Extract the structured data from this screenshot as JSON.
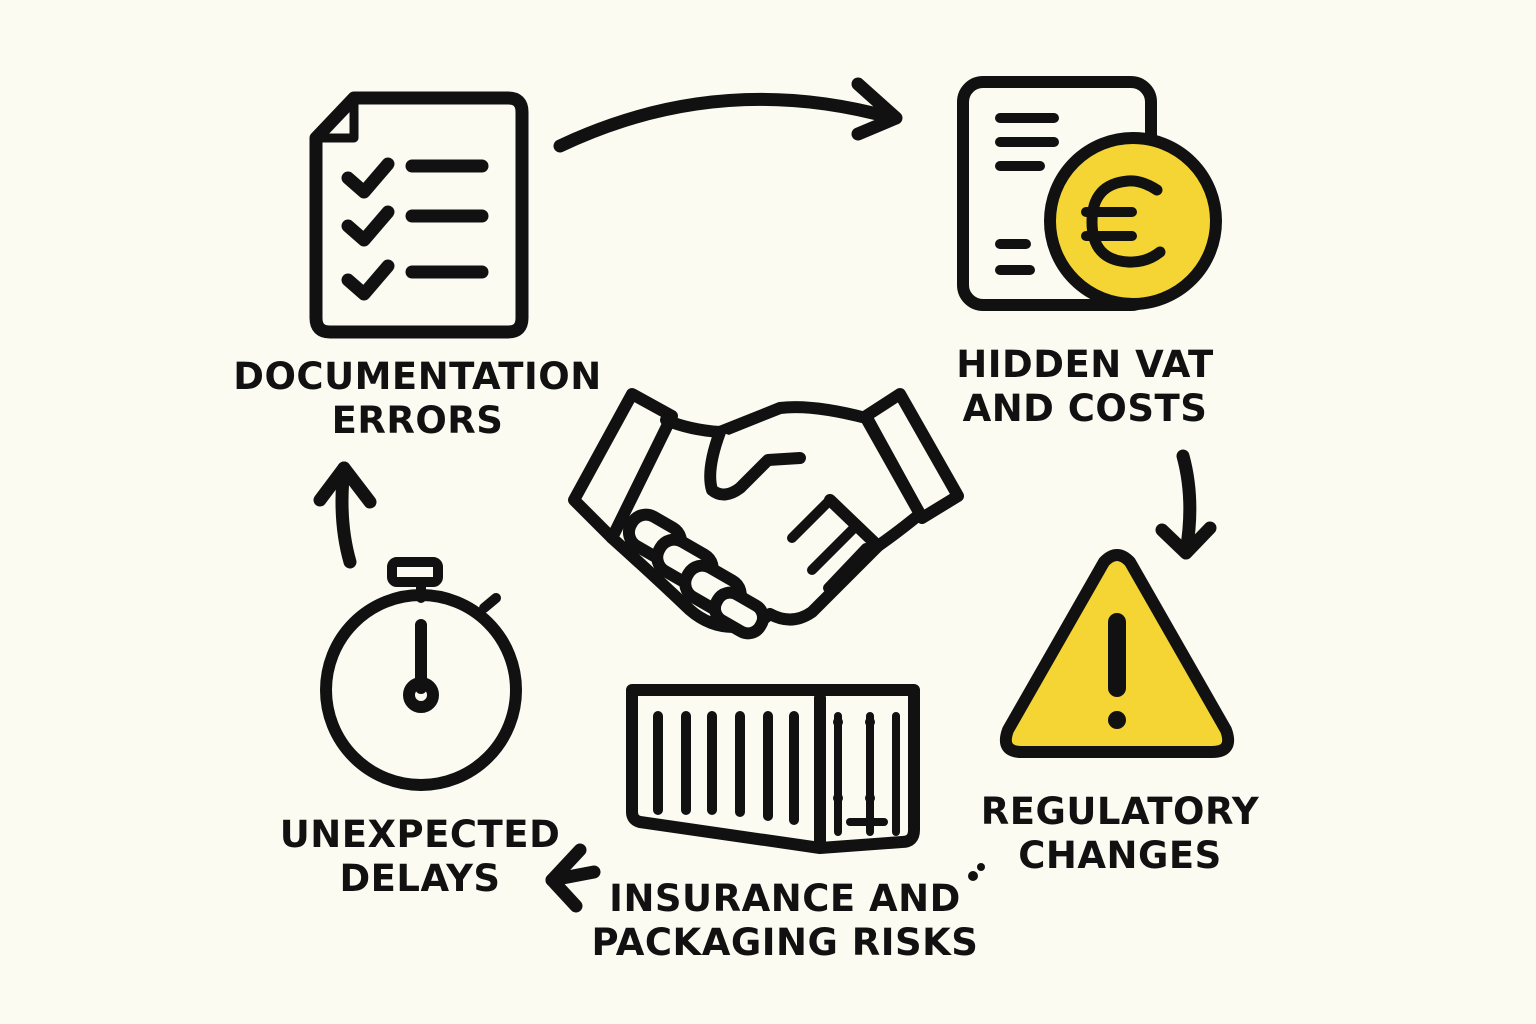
{
  "colors": {
    "background": "#fcfbf2",
    "ink": "#111111",
    "accent_yellow": "#f5d533"
  },
  "icons": {
    "documentation": "checklist-document-icon",
    "vat": "invoice-euro-coin-icon",
    "regulatory": "warning-triangle-icon",
    "insurance": "shipping-container-icon",
    "delays": "stopwatch-icon",
    "center": "handshake-icon"
  },
  "labels": {
    "documentation_errors": [
      "DOCUMENTATION",
      "ERRORS"
    ],
    "hidden_vat": [
      "HIDDEN VAT",
      "AND COSTS"
    ],
    "regulatory_changes": [
      "REGULATORY",
      "CHANGES"
    ],
    "insurance_packaging": [
      "INSURANCE AND",
      "PACKAGING RISKS"
    ],
    "unexpected_delays": [
      "UNEXPECTED",
      "DELAYS"
    ]
  }
}
